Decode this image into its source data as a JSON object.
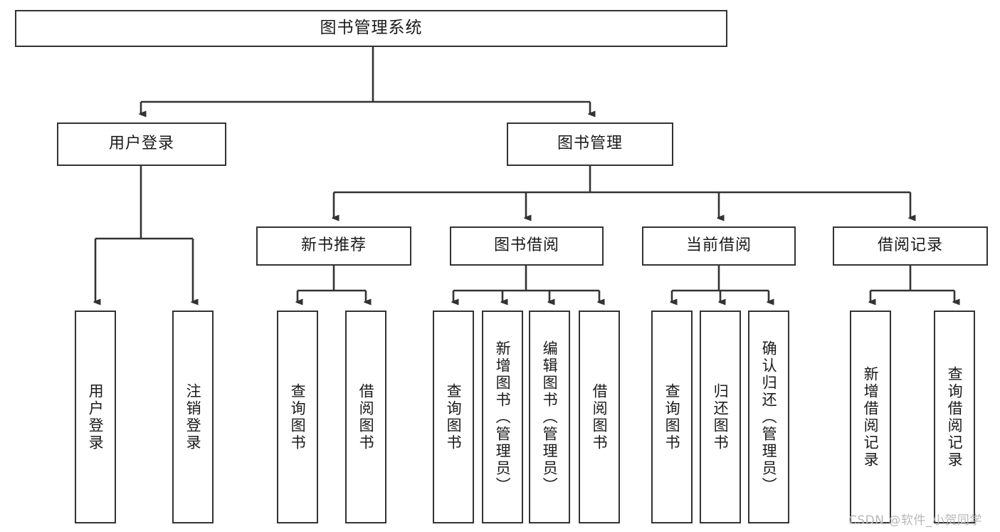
{
  "diagram": {
    "type": "tree-hierarchy",
    "title": "图书管理系统",
    "root": {
      "id": "root",
      "label": "图书管理系统"
    },
    "level2": [
      {
        "id": "user-login",
        "label": "用户登录"
      },
      {
        "id": "book-manage",
        "label": "图书管理"
      }
    ],
    "level3": [
      {
        "id": "new-book-rec",
        "label": "新书推荐",
        "parent": "book-manage"
      },
      {
        "id": "book-borrow",
        "label": "图书借阅",
        "parent": "book-manage"
      },
      {
        "id": "current-borrow",
        "label": "当前借阅",
        "parent": "book-manage"
      },
      {
        "id": "borrow-record",
        "label": "借阅记录",
        "parent": "book-manage"
      }
    ],
    "leaves": [
      {
        "id": "leaf-user-login",
        "label": "用户登录",
        "parent": "user-login"
      },
      {
        "id": "leaf-logout",
        "label": "注销登录",
        "parent": "user-login"
      },
      {
        "id": "leaf-query-book-1",
        "label": "查询图书",
        "parent": "new-book-rec"
      },
      {
        "id": "leaf-borrow-book-1",
        "label": "借阅图书",
        "parent": "new-book-rec"
      },
      {
        "id": "leaf-query-book-2",
        "label": "查询图书",
        "parent": "book-borrow"
      },
      {
        "id": "leaf-add-book",
        "label": "新增图书（管理员）",
        "parent": "book-borrow"
      },
      {
        "id": "leaf-edit-book",
        "label": "编辑图书（管理员）",
        "parent": "book-borrow"
      },
      {
        "id": "leaf-borrow-book-2",
        "label": "借阅图书",
        "parent": "book-borrow"
      },
      {
        "id": "leaf-query-book-3",
        "label": "查询图书",
        "parent": "current-borrow"
      },
      {
        "id": "leaf-return-book",
        "label": "归还图书",
        "parent": "current-borrow"
      },
      {
        "id": "leaf-confirm-return",
        "label": "确认归还（管理员）",
        "parent": "current-borrow"
      },
      {
        "id": "leaf-add-record",
        "label": "新增借阅记录",
        "parent": "borrow-record"
      },
      {
        "id": "leaf-query-record",
        "label": "查询借阅记录",
        "parent": "borrow-record"
      }
    ],
    "colors": {
      "background": "#ffffff",
      "box_fill": "#ffffff",
      "box_border": "#333333",
      "connector": "#333333",
      "text": "#1a1a1a",
      "watermark": "#b8b8b8"
    }
  },
  "watermark": {
    "text": "CSDN @软件_小贺同学"
  }
}
